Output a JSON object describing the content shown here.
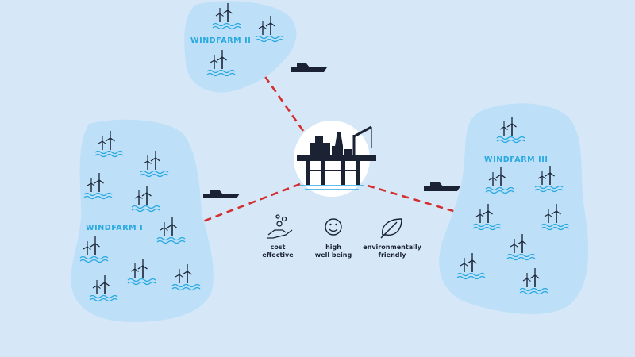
{
  "colors": {
    "sea": "#d6e8f8",
    "farm_fill": "#bde0f8",
    "label": "#2aa9e0",
    "ink": "#1a2233",
    "waves": "#2aa9e0",
    "connector": "#d32f2f",
    "platform_halo": "#ffffff"
  },
  "windfarms": [
    {
      "label": "WINDFARM I"
    },
    {
      "label": "WINDFARM II"
    },
    {
      "label": "WINDFARM III"
    }
  ],
  "benefits": [
    {
      "icon": "hand-coins-icon",
      "line1": "cost",
      "line2": "effective"
    },
    {
      "icon": "smiley-face-icon",
      "line1": "high",
      "line2": "well being"
    },
    {
      "icon": "leaf-icon",
      "line1": "environmentally",
      "line2": "friendly"
    }
  ],
  "platform": {
    "icon": "oil-platform-icon"
  },
  "ships": [
    {
      "icon": "ship-icon"
    },
    {
      "icon": "ship-icon"
    },
    {
      "icon": "ship-icon"
    }
  ],
  "connections": [
    {
      "from": "platform",
      "to": "WINDFARM I"
    },
    {
      "from": "platform",
      "to": "WINDFARM II"
    },
    {
      "from": "platform",
      "to": "WINDFARM III"
    }
  ]
}
